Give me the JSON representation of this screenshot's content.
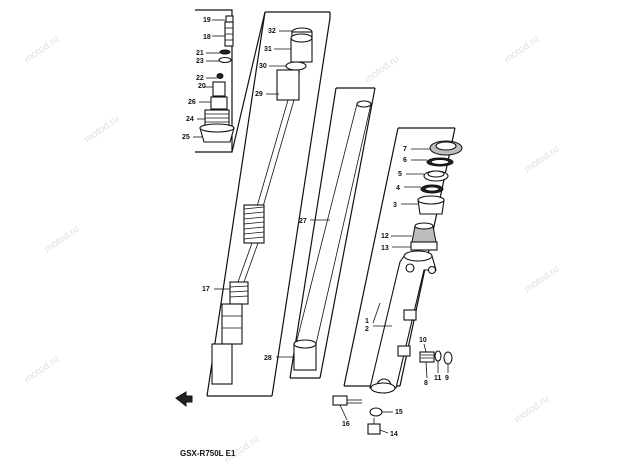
{
  "watermark_text": "motod.ru",
  "model_code": "GSX-R750L E1",
  "callouts": [
    "19",
    "18",
    "21",
    "23",
    "20",
    "22",
    "26",
    "24",
    "25",
    "32",
    "31",
    "30",
    "29",
    "27",
    "17",
    "28",
    "7",
    "6",
    "5",
    "4",
    "3",
    "12",
    "13",
    "1",
    "2",
    "10",
    "8",
    "11",
    "9",
    "16",
    "15",
    "14"
  ]
}
